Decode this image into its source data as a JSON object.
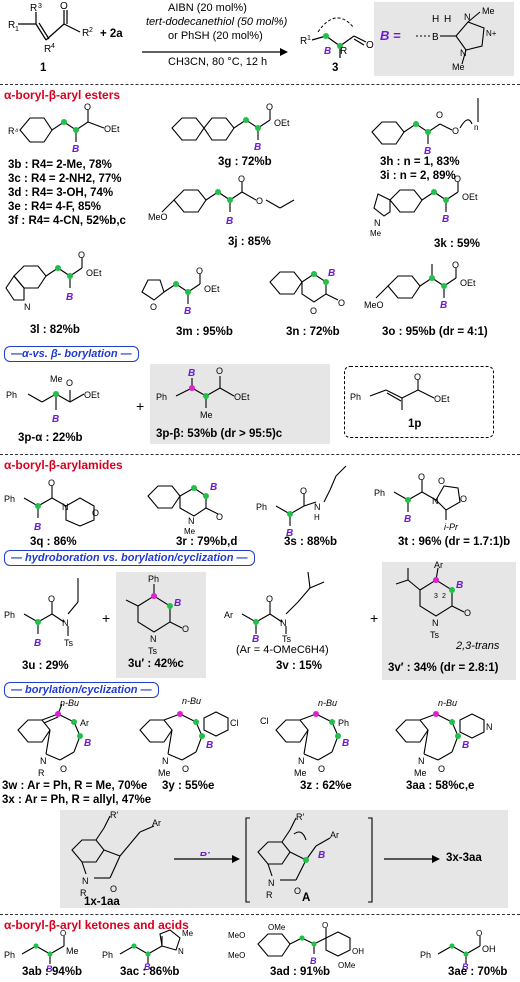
{
  "header": {
    "reagent_line1": "AIBN (20 mol%)",
    "reagent_line2": "tert-dodecanethiol (50 mol%)",
    "reagent_line3": "or PhSH (20 mol%)",
    "conditions": "CH3CN, 80 °C, 12 h",
    "plus_reagent": "+ 2a",
    "substrate_label": "1",
    "product_label": "3",
    "boryl_legend": "B ="
  },
  "sections": {
    "esters": "α-boryl-β-aryl esters",
    "alpha_vs_beta": "—α-vs. β- borylation —",
    "amides": "α-boryl-β-arylamides",
    "hydro_vs_cyc": "— hydroboration vs. borylation/cyclization —",
    "borylation_cyc": "— borylation/cyclization —",
    "ketones": "α-boryl-β-aryl ketones and acids"
  },
  "compounds": {
    "3b_list": [
      "3b : R4= 2-Me, 78%",
      "3c : R4 = 2-NH2, 77%",
      "3d : R4= 3-OH, 74%",
      "3e : R4= 4-F, 85%",
      "3f : R4= 4-CN, 52%b,c"
    ],
    "3g": "3g : 72%b",
    "3h": "3h : n = 1, 83%",
    "3i": "3i : n = 2, 89%",
    "3j": "3j : 85%",
    "3k": "3k : 59%",
    "3l": "3l : 82%b",
    "3m": "3m : 95%b",
    "3n": "3n : 72%b",
    "3o": "3o : 95%b (dr = 4:1)",
    "3p_alpha": "3p-α : 22%b",
    "3p_beta": "3p-β: 53%b (dr > 95:5)c",
    "1p": "1p",
    "3q": "3q : 86%",
    "3r": "3r : 79%b,d",
    "3s": "3s : 88%b",
    "3t": "3t : 96% (dr = 1.7:1)b",
    "3u": "3u : 29%",
    "3u_prime": "3u′ : 42%c",
    "3v": "3v : 15%",
    "3v_ar": "(Ar = 4-OMeC6H4)",
    "3v_prime": "3v′ : 34% (dr = 2.8:1)",
    "trans_note": "2,3-trans",
    "3w": "3w : Ar = Ph, R = Me, 70%e",
    "3x": "3x : Ar = Ph, R = allyl, 47%e",
    "3y": "3y : 55%e",
    "3z": "3z : 62%e",
    "3aa": "3aa : 58%c,e",
    "1x_1aa": "1x-1aa",
    "intermediate_A": "A",
    "product_range": "3x-3aa",
    "3ab": "3ab : 94%b",
    "3ac": "3ac : 86%b",
    "3ad": "3ad : 91%b",
    "3ae": "3ae : 70%b"
  },
  "colors": {
    "section_red": "#d8001e",
    "subsection_blue": "#1f3bd1",
    "boryl_purple": "#6a1bd6",
    "dot_green": "#22c04a",
    "dot_magenta": "#e020d0",
    "grey_box": "#e6e6e6"
  }
}
